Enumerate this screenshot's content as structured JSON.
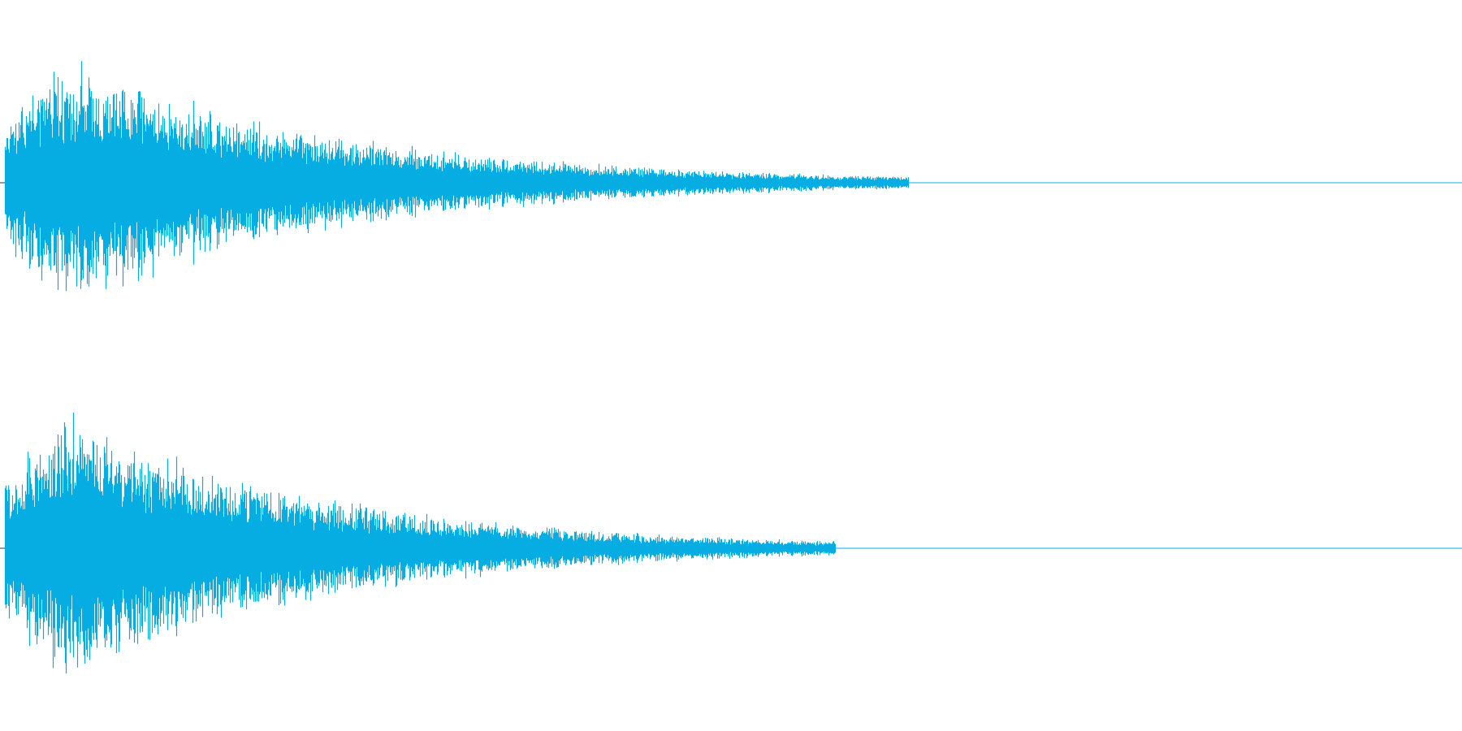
{
  "waveform": {
    "color": "#05ADE2",
    "background": "#FFFFFF",
    "channels": [
      {
        "name": "",
        "envelope": {
          "attack_peak_fraction": 0.85,
          "decay_rate": 5.2,
          "silence_after_fraction": 0.62
        }
      },
      {
        "name": "",
        "envelope": {
          "attack_peak_fraction": 0.88,
          "decay_rate": 5.6,
          "silence_after_fraction": 0.57
        }
      }
    ]
  }
}
